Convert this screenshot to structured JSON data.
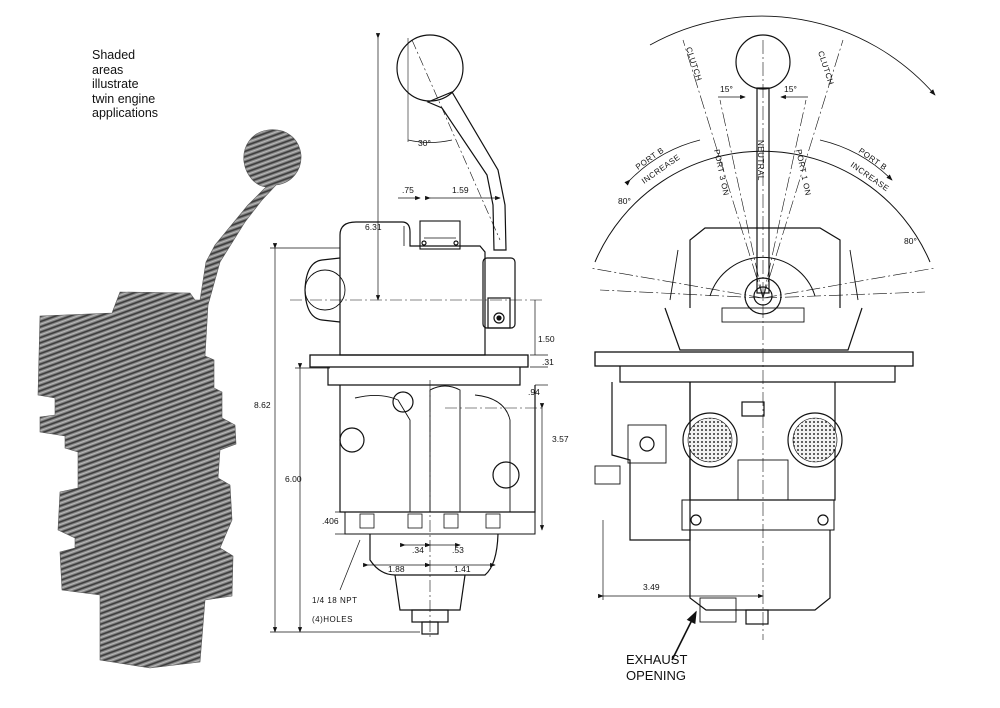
{
  "note": {
    "lines": [
      "Shaded",
      "areas",
      "illustrate",
      "twin engine",
      "applications"
    ]
  },
  "side_view": {
    "dims": {
      "angle_30": "30°",
      "d_75": ".75",
      "d_159": "1.59",
      "d_631": "6.31",
      "d_150": "1.50",
      "d_31": ".31",
      "d_94": ".94",
      "d_862": "8.62",
      "d_357": "3.57",
      "d_600": "6.00",
      "d_406": ".406",
      "d_34": ".34",
      "d_53": ".53",
      "d_188": "1.88",
      "d_141": "1.41"
    },
    "npt_label": "1/4 18 NPT",
    "holes_label": "(4)HOLES"
  },
  "front_view": {
    "clutch_left": "CLUTCH",
    "clutch_right": "CLUTCH",
    "angle_15_left": "15°",
    "angle_15_right": "15°",
    "port_b_left": "PORT B",
    "increase_left": "INCREASE",
    "port_b_right": "PORT B",
    "increase_right": "INCREASE",
    "port_3_on": "PORT 3 ON",
    "neutral": "NEUTRAL",
    "port_1_on": "PORT 1 ON",
    "angle_80_left": "80°",
    "angle_80_right": "80°",
    "d_349": "3.49"
  },
  "exhaust": {
    "line1": "EXHAUST",
    "line2": "OPENING"
  }
}
